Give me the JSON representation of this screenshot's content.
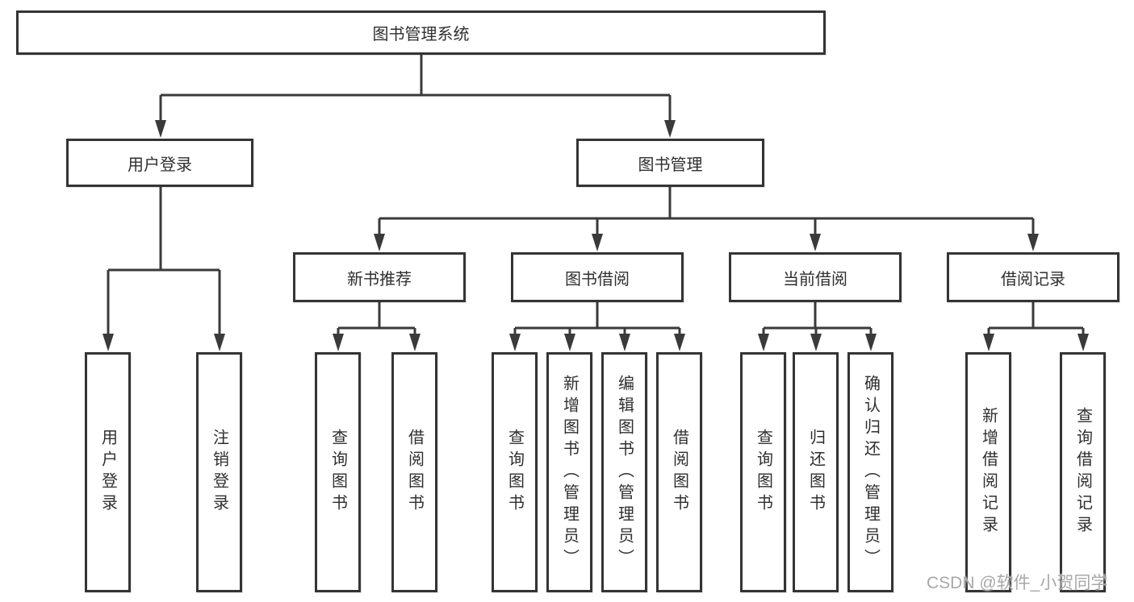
{
  "tree": {
    "root": "图书管理系统",
    "children": [
      {
        "label": "用户登录",
        "children": [
          "用户登录",
          "注销登录"
        ]
      },
      {
        "label": "图书管理",
        "children": [
          {
            "label": "新书推荐",
            "children": [
              "查询图书",
              "借阅图书"
            ]
          },
          {
            "label": "图书借阅",
            "children": [
              "查询图书",
              "新增图书（管理员）",
              "编辑图书（管理员）",
              "借阅图书"
            ]
          },
          {
            "label": "当前借阅",
            "children": [
              "查询图书",
              "归还图书",
              "确认归还（管理员）"
            ]
          },
          {
            "label": "借阅记录",
            "children": [
              "新增借阅记录",
              "查询借阅记录"
            ]
          }
        ]
      }
    ]
  },
  "watermark": "CSDN @软件_小贺同学",
  "colors": {
    "line": "#3a3a3a",
    "box_border": "#343434",
    "text": "#2f2f2f",
    "watermark": "#a8a8a8",
    "background": "#ffffff"
  }
}
